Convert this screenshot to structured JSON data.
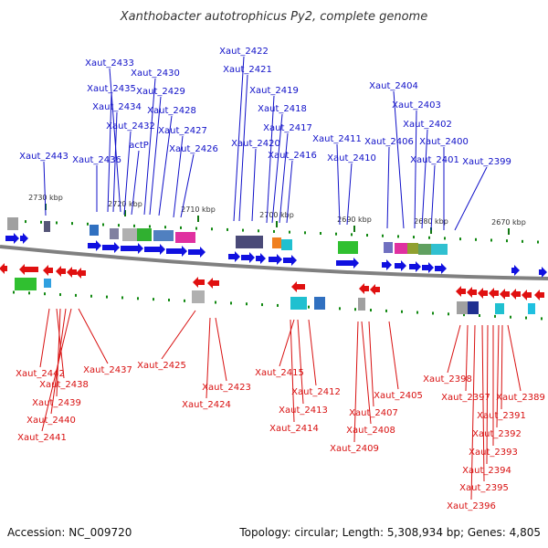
{
  "title": "Xanthobacter autotrophicus Py2, complete genome",
  "footer": {
    "accession": "Accession: NC_009720",
    "summary": "Topology: circular; Length: 5,308,934 bp; Genes: 4,805"
  },
  "colors": {
    "forward_gene": "#1010e0",
    "reverse_gene": "#e01010",
    "forward_label": "#1010c8",
    "reverse_label": "#d81010",
    "axis": "#888888",
    "tick": "#118811"
  },
  "ticks": [
    "2730 kbp",
    "2720 kbp",
    "2710 kbp",
    "2700 kbp",
    "2690 kbp",
    "2680 kbp",
    "2670 kbp"
  ],
  "forward_labels": [
    "Xaut_2443",
    "Xaut_2436",
    "Xaut_2435",
    "Xaut_2434",
    "Xaut_2433",
    "Xaut_2432",
    "actP",
    "Xaut_2430",
    "Xaut_2429",
    "Xaut_2428",
    "Xaut_2427",
    "Xaut_2426",
    "Xaut_2422",
    "Xaut_2421",
    "Xaut_2420",
    "Xaut_2419",
    "Xaut_2418",
    "Xaut_2417",
    "Xaut_2416",
    "Xaut_2411",
    "Xaut_2410",
    "Xaut_2406",
    "Xaut_2404",
    "Xaut_2403",
    "Xaut_2402",
    "Xaut_2401",
    "Xaut_2400",
    "Xaut_2399"
  ],
  "reverse_labels": [
    "Xaut_2442",
    "Xaut_2438",
    "Xaut_2439",
    "Xaut_2440",
    "Xaut_2441",
    "Xaut_2437",
    "Xaut_2425",
    "Xaut_2424",
    "Xaut_2423",
    "Xaut_2415",
    "Xaut_2412",
    "Xaut_2413",
    "Xaut_2414",
    "Xaut_2407",
    "Xaut_2408",
    "Xaut_2409",
    "Xaut_2405",
    "Xaut_2398",
    "Xaut_2397",
    "Xaut_2389",
    "Xaut_2391",
    "Xaut_2392",
    "Xaut_2393",
    "Xaut_2394",
    "Xaut_2395",
    "Xaut_2396"
  ]
}
